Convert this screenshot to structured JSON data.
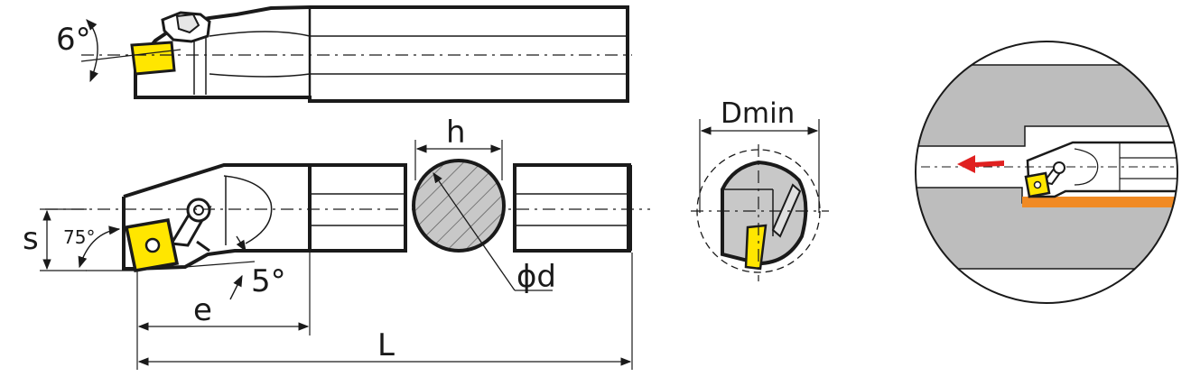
{
  "drawing": {
    "colors": {
      "ink": "#1a1a1a",
      "insert": "#ffe600",
      "bar_gray": "#c8c8c8",
      "workpiece_gray": "#bdbdbd",
      "chip_orange": "#f08a24",
      "arrow_red": "#e02020"
    },
    "labels": {
      "angle_6": "6°",
      "angle_75": "75°",
      "angle_5": "5°",
      "s": "s",
      "e": "e",
      "L": "L",
      "h": "h",
      "phi_d": "ϕd",
      "dmin": "Dmin"
    }
  }
}
